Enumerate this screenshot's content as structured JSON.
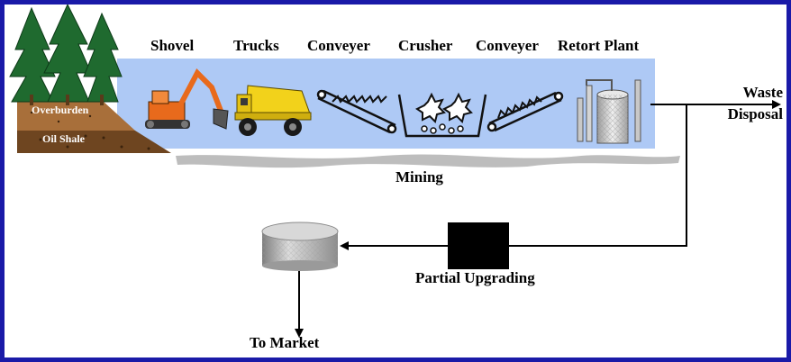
{
  "diagram": {
    "stages": {
      "shovel": "Shovel",
      "trucks": "Trucks",
      "conveyer1": "Conveyer",
      "crusher": "Crusher",
      "conveyer2": "Conveyer",
      "retort": "Retort Plant"
    },
    "ground": {
      "overburden": "Overburden",
      "oil_shale": "Oil Shale"
    },
    "mining": "Mining",
    "waste_disposal": "Waste\nDisposal",
    "partial_upgrading": "Partial Upgrading",
    "to_market": "To Market"
  },
  "colors": {
    "frame": "#1a1aa8",
    "band": "#aec9f5",
    "shadow": "#bdbdbd",
    "soil": "#8a5a2b",
    "tree": "#1f6a2f",
    "excavator": "#e86a1c",
    "truck": "#f2d21b",
    "tank": "#b8b8b8"
  }
}
